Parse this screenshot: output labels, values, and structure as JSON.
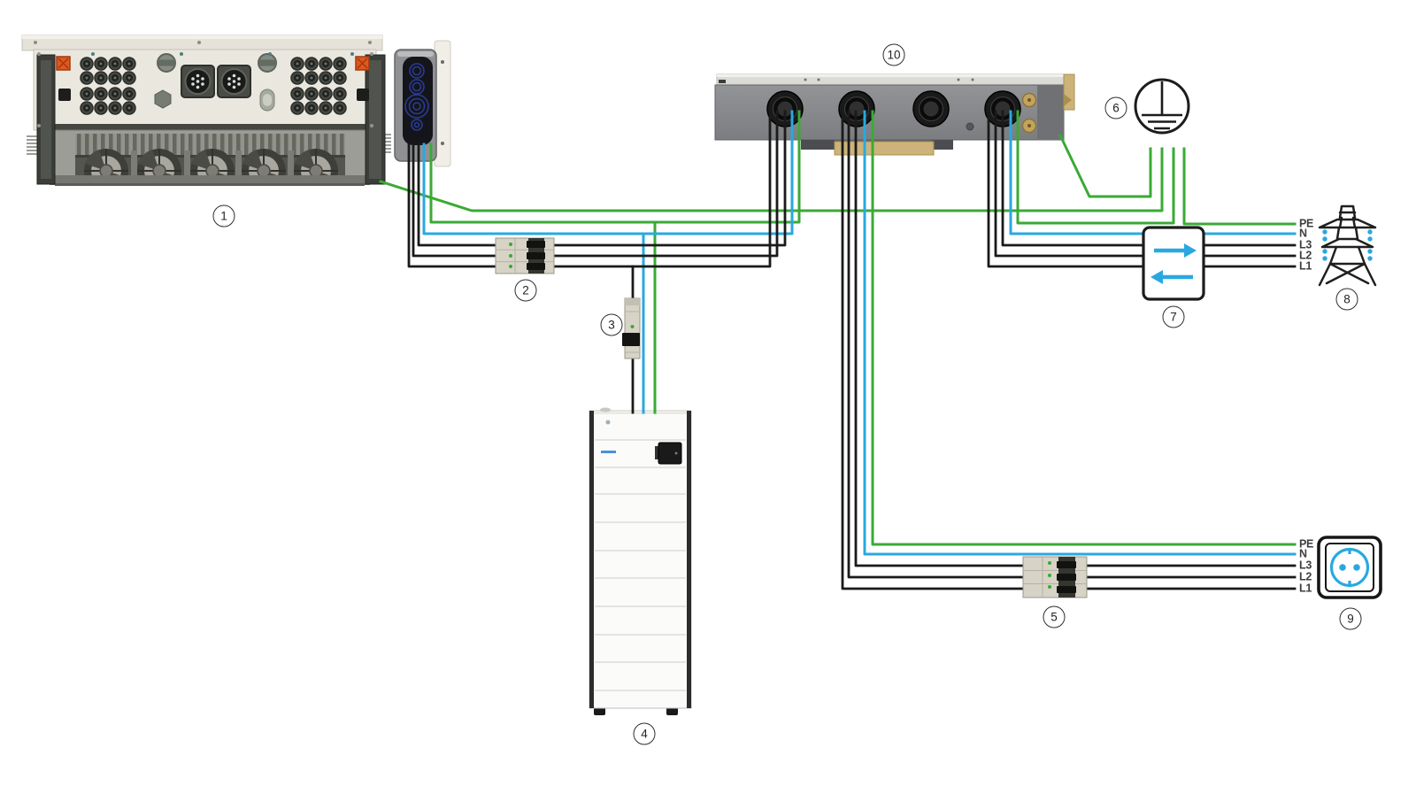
{
  "diagram": {
    "callouts": {
      "c1": "1",
      "c2": "2",
      "c3": "3",
      "c4": "4",
      "c5": "5",
      "c6": "6",
      "c7": "7",
      "c8": "8",
      "c9": "9",
      "c10": "10"
    },
    "grid_labels": [
      "PE",
      "N",
      "L3",
      "L2",
      "L1"
    ],
    "load_labels": [
      "PE",
      "N",
      "L3",
      "L2",
      "L1"
    ],
    "colors": {
      "pe_wire": "#3aaa35",
      "neutral_wire": "#29a8e0",
      "phase_wire": "#1a1a1a",
      "meter_arrow": "#29a8e0",
      "socket_accent": "#29a8e0",
      "pylon_insulator": "#29a8e0"
    }
  }
}
